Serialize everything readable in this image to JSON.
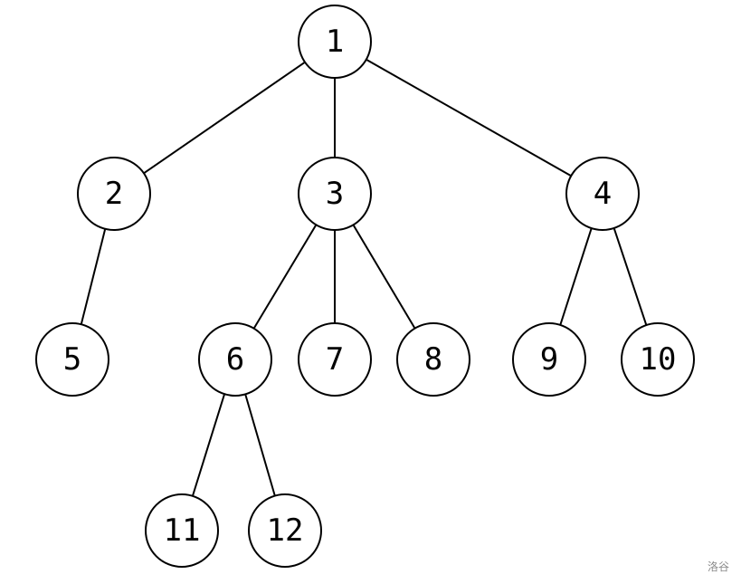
{
  "tree": {
    "nodes": [
      {
        "id": "1",
        "label": "1"
      },
      {
        "id": "2",
        "label": "2"
      },
      {
        "id": "3",
        "label": "3"
      },
      {
        "id": "4",
        "label": "4"
      },
      {
        "id": "5",
        "label": "5"
      },
      {
        "id": "6",
        "label": "6"
      },
      {
        "id": "7",
        "label": "7"
      },
      {
        "id": "8",
        "label": "8"
      },
      {
        "id": "9",
        "label": "9"
      },
      {
        "id": "10",
        "label": "10"
      },
      {
        "id": "11",
        "label": "11"
      },
      {
        "id": "12",
        "label": "12"
      }
    ],
    "edges": [
      {
        "from": "1",
        "to": "2"
      },
      {
        "from": "1",
        "to": "3"
      },
      {
        "from": "1",
        "to": "4"
      },
      {
        "from": "2",
        "to": "5"
      },
      {
        "from": "3",
        "to": "6"
      },
      {
        "from": "3",
        "to": "7"
      },
      {
        "from": "3",
        "to": "8"
      },
      {
        "from": "4",
        "to": "9"
      },
      {
        "from": "4",
        "to": "10"
      },
      {
        "from": "6",
        "to": "11"
      },
      {
        "from": "6",
        "to": "12"
      }
    ]
  },
  "watermark": "洛谷"
}
